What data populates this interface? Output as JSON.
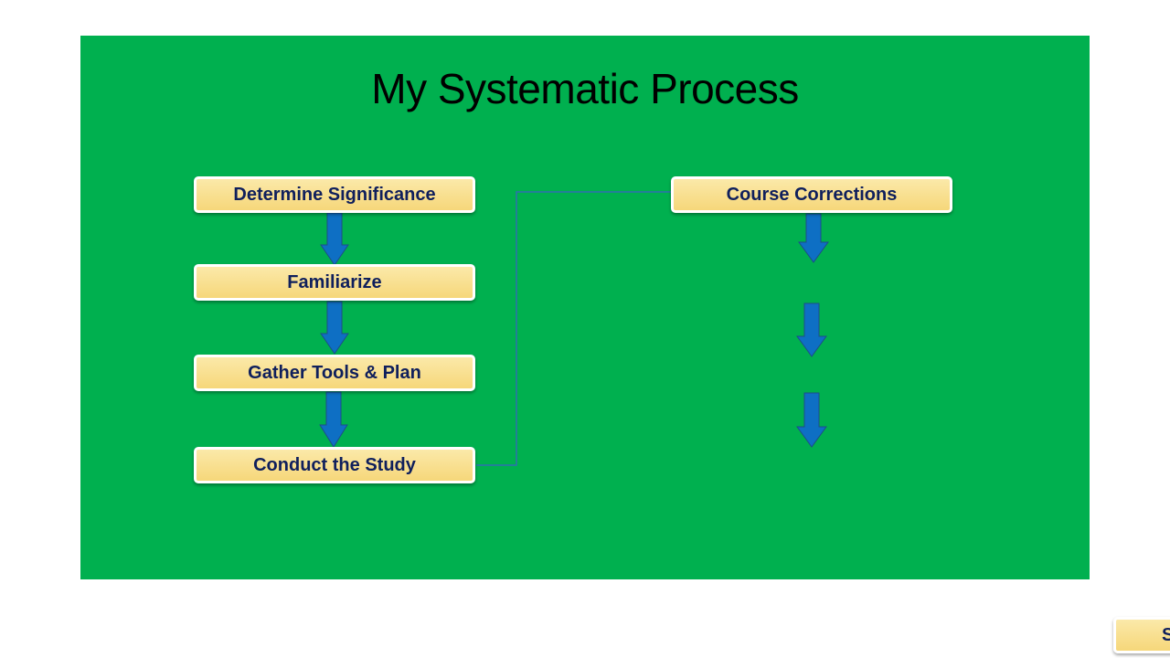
{
  "title": "My Systematic Process",
  "steps_left": [
    "Determine Significance",
    "Familiarize",
    "Gather Tools & Plan",
    "Conduct the Study"
  ],
  "steps_right": [
    "Course Corrections"
  ],
  "partial_box_text": "S",
  "colors": {
    "slide_background": "#00b04f",
    "box_fill": "#f6d77a",
    "box_text": "#0f1f5c",
    "arrow": "#0e6fc4",
    "connector": "#2f6fb0"
  }
}
